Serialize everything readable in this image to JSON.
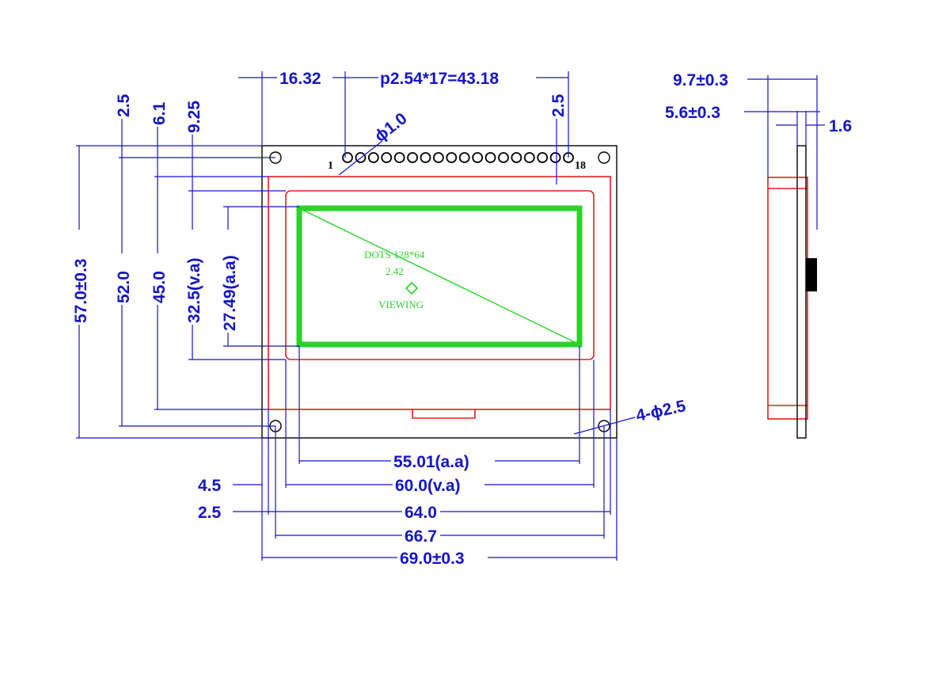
{
  "dimensions": {
    "pin_offset": "16.32",
    "pin_pitch": "p2.54*17=43.18",
    "top_right_offset": "2.5",
    "pin_hole": "ϕ1.0",
    "left_v1": "2.5",
    "left_v2": "6.1",
    "left_v3": "9.25",
    "height_total": "57.0±0.3",
    "height_holes": "52.0",
    "height_bezel": "45.0",
    "height_va": "32.5(v.a)",
    "height_aa": "27.49(a.a)",
    "mount_holes": "4-ϕ2.5",
    "width_aa": "55.01(a.a)",
    "width_va": "60.0(v.a)",
    "width_bezel": "64.0",
    "width_holes": "66.7",
    "width_total": "69.0±0.3",
    "left_h1": "4.5",
    "left_h2": "2.5",
    "side_total": "9.7±0.3",
    "side_module": "5.6±0.3",
    "side_pcb": "1.6"
  },
  "pins": {
    "first": "1",
    "last": "18"
  },
  "lcd": {
    "dots": "DOTS 128*64",
    "size": "2.42",
    "viewing": "VIEWING"
  },
  "colors": {
    "dimension": "#1414c8",
    "outline": "#000000",
    "bezel": "#e02020",
    "active_area": "#28d428"
  }
}
